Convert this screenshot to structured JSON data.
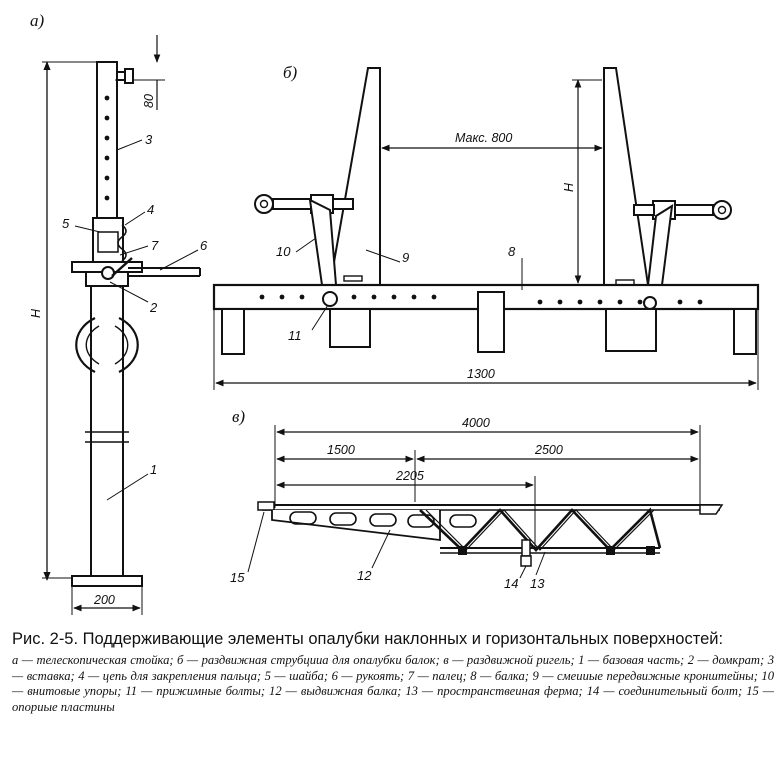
{
  "panels": {
    "a": "а)",
    "b": "б)",
    "v": "в)"
  },
  "dimensions": {
    "a_top": "80",
    "a_height": "H",
    "a_base": "200",
    "b_max": "Макс. 800",
    "b_height": "H",
    "b_total": "1300",
    "v_total": "4000",
    "v_left": "1500",
    "v_right": "2500",
    "v_mid": "2205"
  },
  "labels": {
    "n1": "1",
    "n2": "2",
    "n3": "3",
    "n4": "4",
    "n5": "5",
    "n6": "6",
    "n7": "7",
    "n8": "8",
    "n9": "9",
    "n10": "10",
    "n11": "11",
    "n12": "12",
    "n13": "13",
    "n14": "14",
    "n15": "15"
  },
  "caption": {
    "title": "Рис. 2-5. Поддерживающие элементы опалубки наклонных и горизонтальных поверхностей:",
    "legend": "а — телескопическая стойка; б — раздвижная струбцииа для опалубки балок; в — раздвижной ригель; 1 — базовая часть; 2 — домкрат; 3 — вставка; 4 — цепь для закрепления пальца; 5 — шайба; 6 — рукоять; 7 — палец; 8 — балка; 9 — смеииые передвижные кронштейны; 10 — внитовые упоры; 11 — прижимные болты; 12 — выдвижная балка; 13 — пространствеиная ферма; 14 — соединительный болт; 15 — опориые пластины"
  }
}
